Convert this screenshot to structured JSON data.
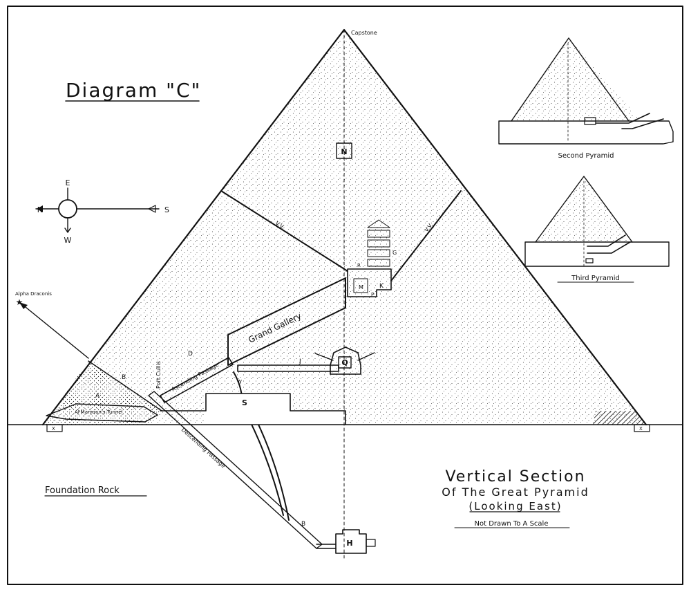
{
  "title": "Diagram \"C\"",
  "heading": {
    "line1": "Vertical Section",
    "line2": "Of The Great Pyramid",
    "line3": "(Looking East)",
    "note": "Not Drawn To A Scale"
  },
  "labels": {
    "capstone": "Capstone",
    "n_box": "N",
    "q_box": "Q",
    "h_box": "H",
    "s_box": "S",
    "grand_gallery": "Grand Gallery",
    "ascending": "Ascending Passage",
    "descending": "Descending Passage",
    "portcullis": "Port Cullis",
    "tunnel": "Al'Mamoun's Tunnel",
    "foundation": "Foundation Rock",
    "alpha": "Alpha Draconis",
    "vv_left": "V.V.",
    "vv_right": "V.V.",
    "a": "A",
    "b": "B",
    "b2": "B",
    "d": "D",
    "j": "J",
    "w": "W",
    "k": "K",
    "m": "M",
    "p": "P",
    "r": "R",
    "g": "G",
    "x_left": "X",
    "x_right": "X",
    "second": "Second Pyramid",
    "third": "Third Pyramid"
  },
  "compass": {
    "n": "N",
    "s": "S",
    "e": "E",
    "w": "W"
  }
}
